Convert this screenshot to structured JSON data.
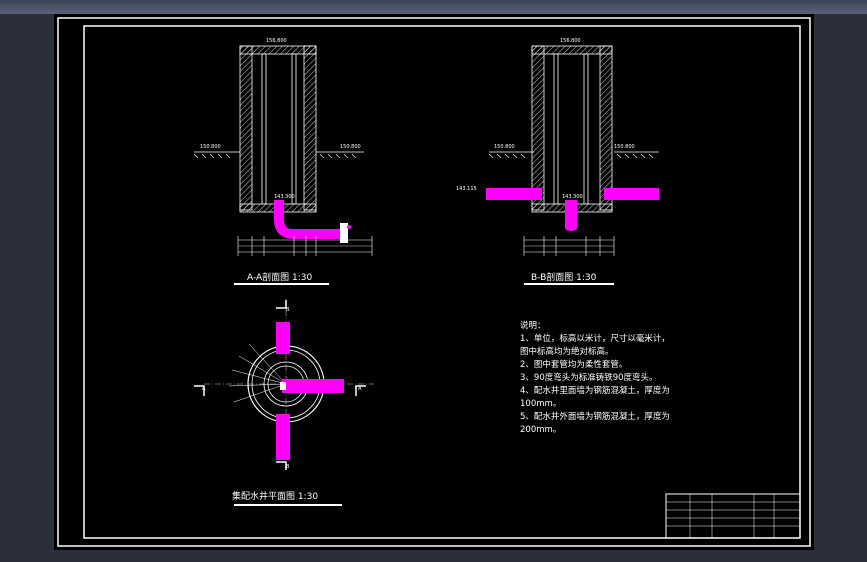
{
  "sections": {
    "aa_title": "A-A剖面图 1:30",
    "bb_title": "B-B剖面图 1:30",
    "plan_title": "集配水井平面图 1:30"
  },
  "elevations": {
    "top": "156.800",
    "ground": "150.800",
    "inner_bottom": "143.300",
    "pipe_left": "143.115"
  },
  "section_markers": [
    "A",
    "A",
    "B",
    "B"
  ],
  "notes": {
    "heading": "说明：",
    "lines": [
      "1、单位，标高以米计，尺寸以毫米计，",
      "图中标高均为绝对标高。",
      "2、图中套管均为柔性套管。",
      "3、90度弯头为标准铸铁90度弯头。",
      "4、配水井里面墙为钢筋混凝土，厚度为",
      "100mm。",
      "5、配水井外面墙为钢筋混凝土，厚度为",
      "200mm。"
    ]
  },
  "colors": {
    "pipe": "#ff00ff",
    "line": "#ffffff",
    "frame_outer": "#ffffff",
    "background": "#000000"
  }
}
